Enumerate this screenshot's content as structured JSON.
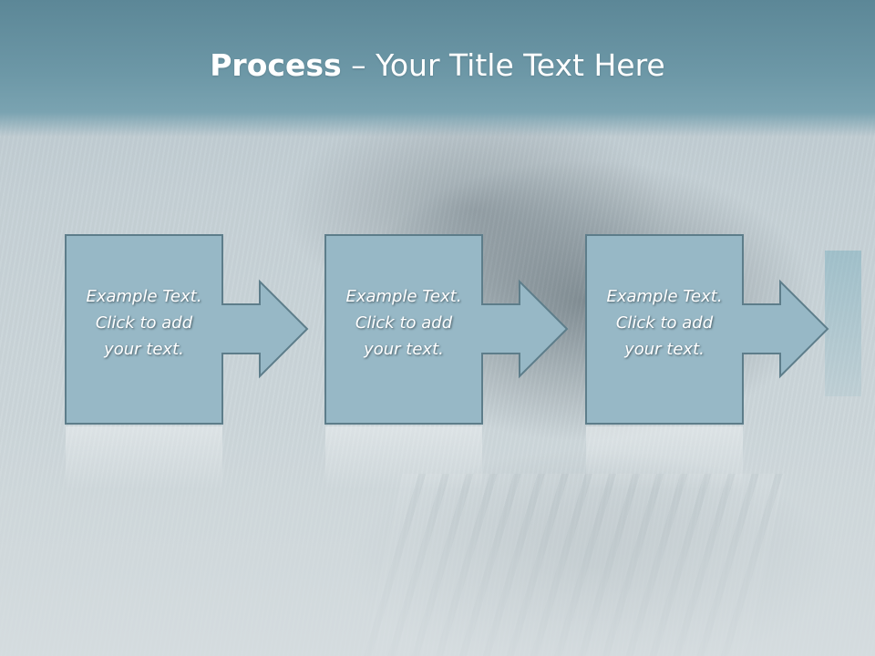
{
  "slide": {
    "title_bold": "Process",
    "title_rest": " – Your Title Text Here"
  },
  "steps": [
    {
      "line1": "Example Text.",
      "line2": "Click  to add",
      "line3": "your text."
    },
    {
      "line1": "Example Text.",
      "line2": "Click  to add",
      "line3": "your text."
    },
    {
      "line1": "Example Text.",
      "line2": "Click  to add",
      "line3": "your text."
    }
  ],
  "colors": {
    "title_band": "#6d98a7",
    "box_fill": "#97b8c6",
    "box_stroke": "#5d7d8a",
    "text": "#ffffff"
  }
}
